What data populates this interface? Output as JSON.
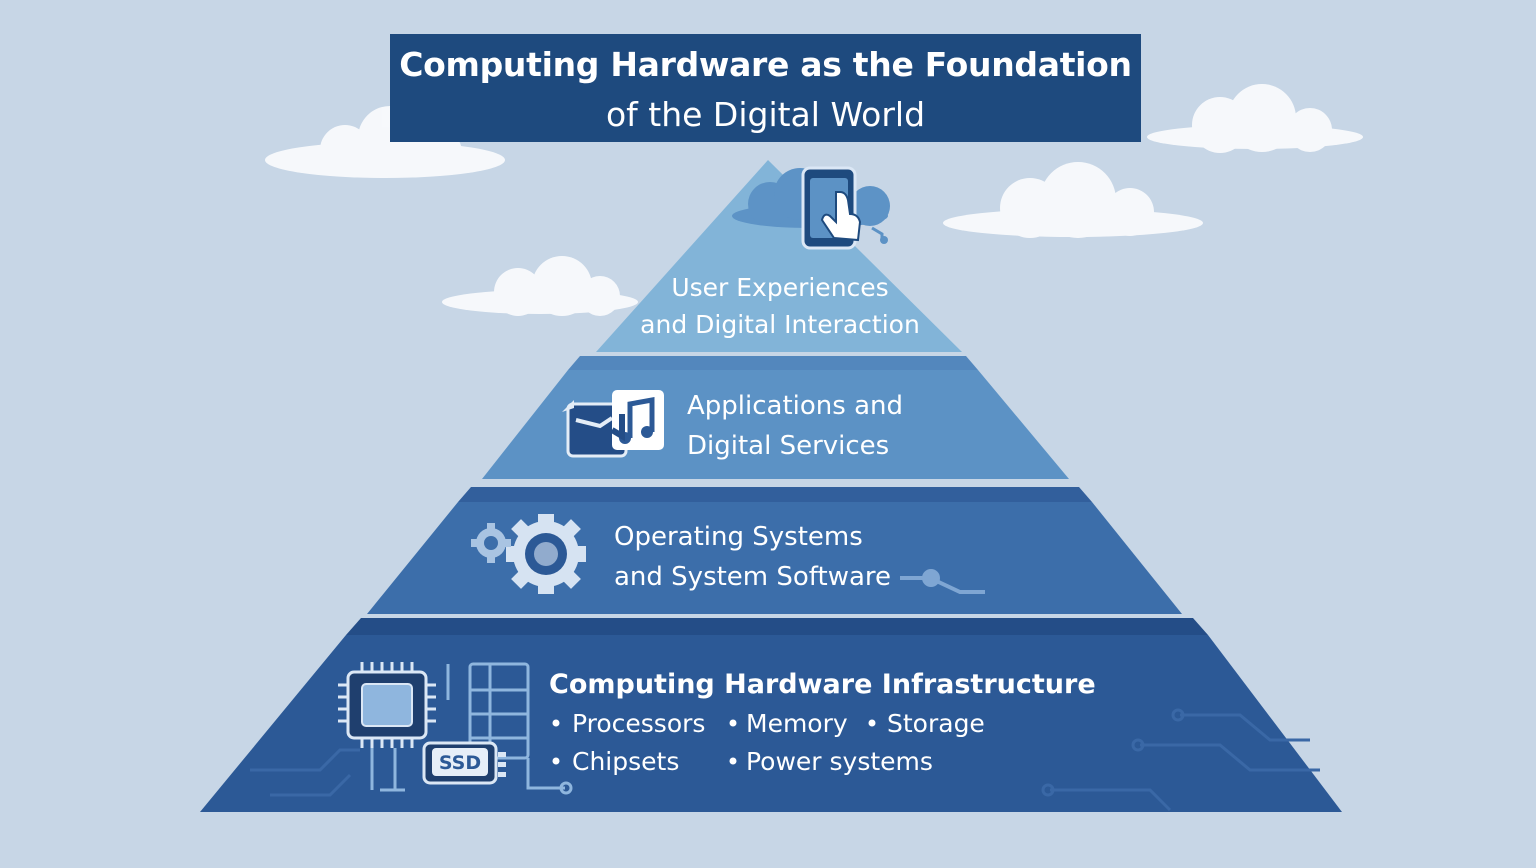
{
  "title": {
    "line1": "Computing Hardware as the Foundation",
    "line2": "of the Digital World"
  },
  "layers": [
    {
      "lines": [
        "User Experiences",
        "and Digital Interaction"
      ],
      "icon": "smartphone-touch-icon"
    },
    {
      "lines": [
        "Applications and",
        "Digital Services"
      ],
      "icon": "app-folder-music-icon"
    },
    {
      "lines": [
        "Operating Systems",
        "and System Software"
      ],
      "icon": "gears-icon"
    },
    {
      "heading": "Computing Hardware Infrastructure",
      "bullets": [
        "Processors",
        "Memory",
        "Storage",
        "Chipsets",
        "Power systems"
      ],
      "icon": "cpu-chip-icon",
      "ssd_label": "SSD"
    }
  ],
  "colors": {
    "background": "#c7d6e6",
    "title_bg": "#1e4a7e",
    "layer1": "#82b4d8",
    "layer2": "#5c92c5",
    "layer3": "#3c6eaa",
    "layer4": "#2c5996"
  }
}
